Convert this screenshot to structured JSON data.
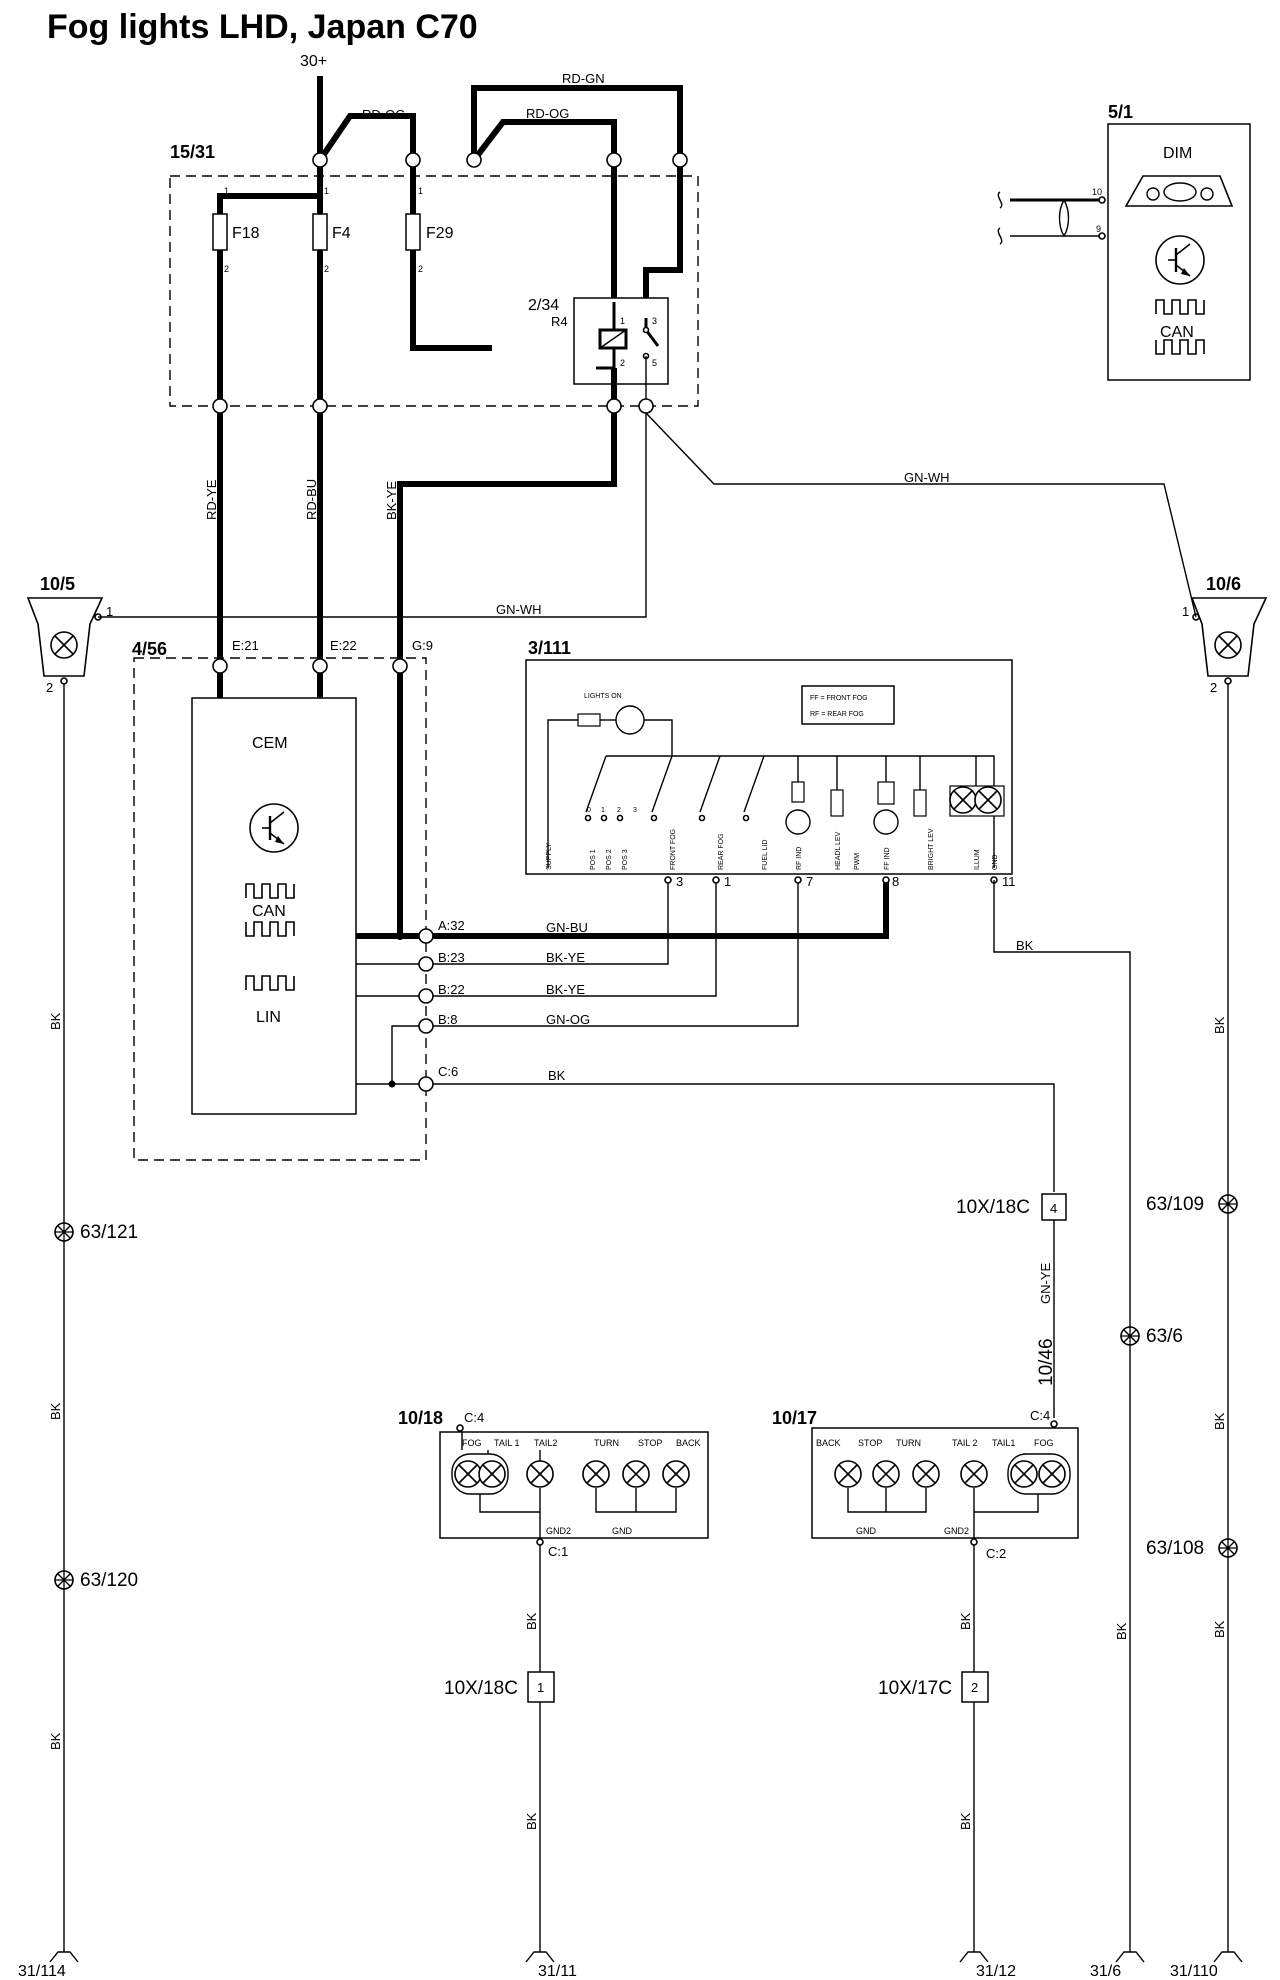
{
  "title": "Fog lights LHD, Japan C70",
  "supply": "30+",
  "wires": {
    "rd_gn": "RD-GN",
    "rd_og_left": "RD-OG",
    "rd_og_right": "RD-OG",
    "rd_ye": "RD-YE",
    "rd_bu": "RD-BU",
    "bk_ye_v": "BK-YE",
    "gn_wh_top": "GN-WH",
    "gn_wh_mid": "GN-WH",
    "gn_bu": "GN-BU",
    "bk_ye_1": "BK-YE",
    "bk_ye_2": "BK-YE",
    "gn_og": "GN-OG",
    "bk_c6": "BK",
    "bk_switch": "BK",
    "gn_ye": "GN-YE",
    "w10_46": "10/46",
    "bk": "BK"
  },
  "fusebox": {
    "id": "15/31",
    "fuses": [
      {
        "name": "F18",
        "pin_in": "1",
        "pin_out": "2"
      },
      {
        "name": "F4",
        "pin_in": "1",
        "pin_out": "2"
      },
      {
        "name": "F29",
        "pin_in": "1",
        "pin_out": "2"
      }
    ],
    "relay": {
      "id": "2/34",
      "name": "R4",
      "pins": [
        "1",
        "2",
        "3",
        "5"
      ]
    }
  },
  "dim": {
    "id": "5/1",
    "name": "DIM",
    "pin_a": "10",
    "pin_b": "9",
    "bus": "CAN"
  },
  "lamp_left": {
    "id": "10/5",
    "pin1": "1",
    "pin2": "2"
  },
  "lamp_right": {
    "id": "10/6",
    "pin1": "1",
    "pin2": "2"
  },
  "cem": {
    "box_id": "4/56",
    "name": "CEM",
    "bus1": "CAN",
    "bus2": "LIN",
    "top_pins": [
      "E:21",
      "E:22",
      "G:9"
    ],
    "side_pins": [
      "A:32",
      "B:23",
      "B:22",
      "B:8",
      "C:6"
    ]
  },
  "switch": {
    "id": "3/111",
    "lights_on": "LIGHTS ON",
    "legend_ff": "FF = FRONT FOG",
    "legend_rf": "RF = REAR FOG",
    "labels": [
      "SUPPLY",
      "POS 1",
      "POS 2",
      "POS 3",
      "FRONT FOG",
      "REAR FOG",
      "FUEL LID",
      "RF IND",
      "HEADL LEV",
      "PWM",
      "FF IND",
      "BRIGHT LEV",
      "ILLUM",
      "GND"
    ],
    "pin_labels": [
      "0",
      "1",
      "2",
      "3"
    ],
    "pins": [
      "3",
      "1",
      "7",
      "8",
      "11"
    ]
  },
  "connectors": {
    "c18c_4": {
      "name": "10X/18C",
      "pin": "4"
    },
    "c18c_1": {
      "name": "10X/18C",
      "pin": "1"
    },
    "c17c_2": {
      "name": "10X/17C",
      "pin": "2"
    }
  },
  "splices": [
    "63/121",
    "63/120",
    "63/109",
    "63/108",
    "63/6"
  ],
  "rear_left": {
    "id": "10/18",
    "conn_top": "C:4",
    "conn_bot": "C:1",
    "lamps": [
      "FOG",
      "TAIL 1",
      "TAIL2",
      "TURN",
      "STOP",
      "BACK"
    ],
    "gnd": [
      "GND2",
      "GND"
    ]
  },
  "rear_right": {
    "id": "10/17",
    "conn_top": "C:4",
    "conn_bot": "C:2",
    "lamps": [
      "BACK",
      "STOP",
      "TURN",
      "TAIL 2",
      "TAIL1",
      "FOG"
    ],
    "gnd": [
      "GND",
      "GND2"
    ]
  },
  "grounds": [
    "31/114",
    "31/11",
    "31/12",
    "31/6",
    "31/110"
  ]
}
